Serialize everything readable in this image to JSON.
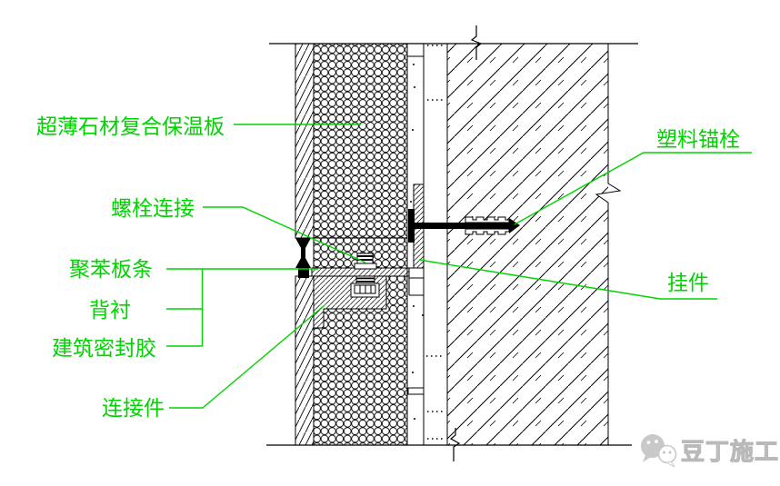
{
  "figure": {
    "labels": {
      "composite_panel": "超薄石材复合保温板",
      "bolt_connection": "螺栓连接",
      "eps_strip": "聚苯板条",
      "backing": "背衬",
      "sealant": "建筑密封胶",
      "connector": "连接件",
      "plastic_anchor": "塑料锚栓",
      "hanger": "挂件"
    },
    "watermark": "豆丁施工",
    "colors": {
      "leader_green": "#00d300",
      "drawing_line": "#000000",
      "watermark_gray": "#b9b9b9"
    }
  }
}
